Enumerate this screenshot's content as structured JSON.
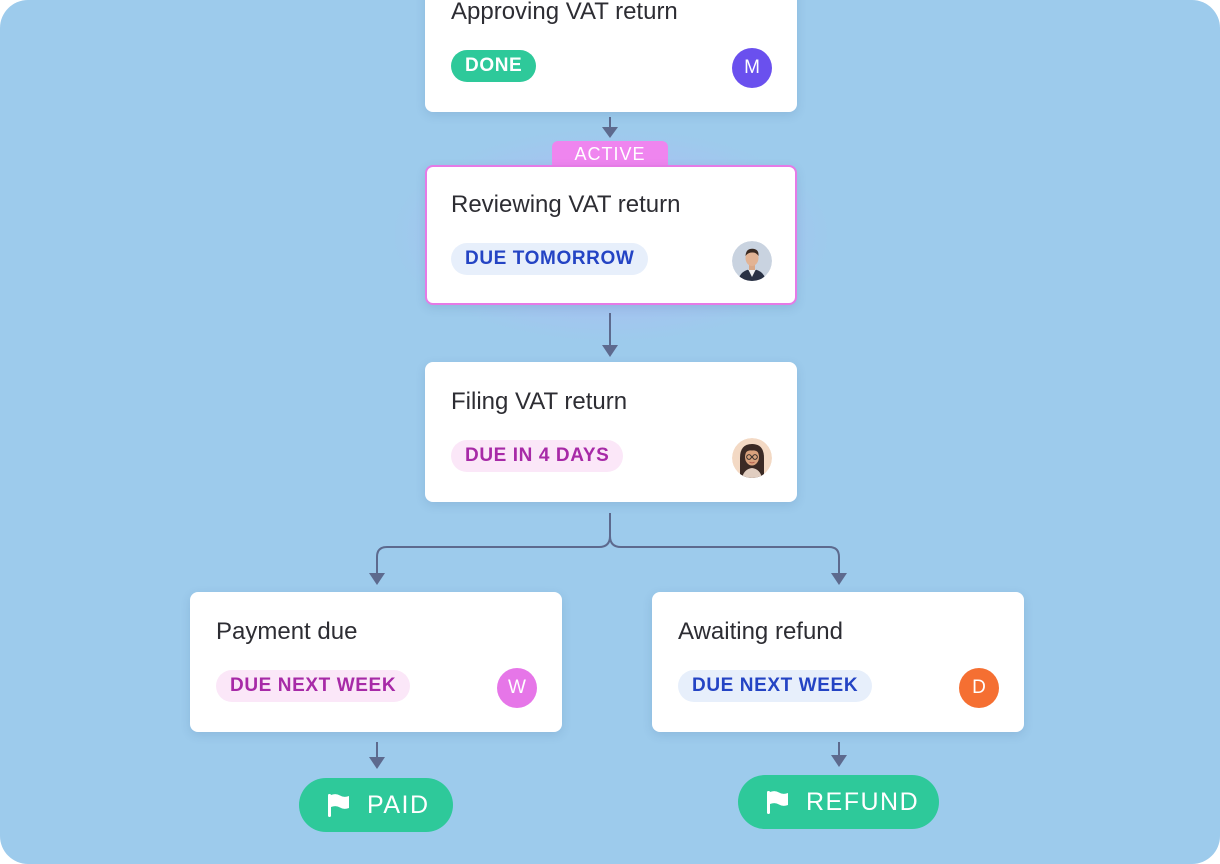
{
  "active_tab": {
    "label": "ACTIVE"
  },
  "nodes": {
    "approving": {
      "title": "Approving VAT return",
      "status": "DONE",
      "assignee": "M",
      "avatar_color": "#6a50ee"
    },
    "reviewing": {
      "title": "Reviewing VAT return",
      "status": "DUE TOMORROW"
    },
    "filing": {
      "title": "Filing VAT return",
      "status": "DUE IN 4 DAYS"
    },
    "payment": {
      "title": "Payment due",
      "status": "DUE NEXT WEEK",
      "assignee": "W",
      "avatar_color": "#e676e8"
    },
    "refund": {
      "title": "Awaiting refund",
      "status": "DUE NEXT WEEK",
      "assignee": "D",
      "avatar_color": "#f56f32"
    }
  },
  "outcomes": {
    "paid": {
      "label": "PAID",
      "icon": "flag-icon"
    },
    "refund": {
      "label": "REFUND",
      "icon": "flag-icon"
    }
  },
  "colors": {
    "background": "#9dcbec",
    "done_green": "#2ec99a",
    "active_border": "#e67ae6",
    "connector": "#5d6a8e"
  }
}
